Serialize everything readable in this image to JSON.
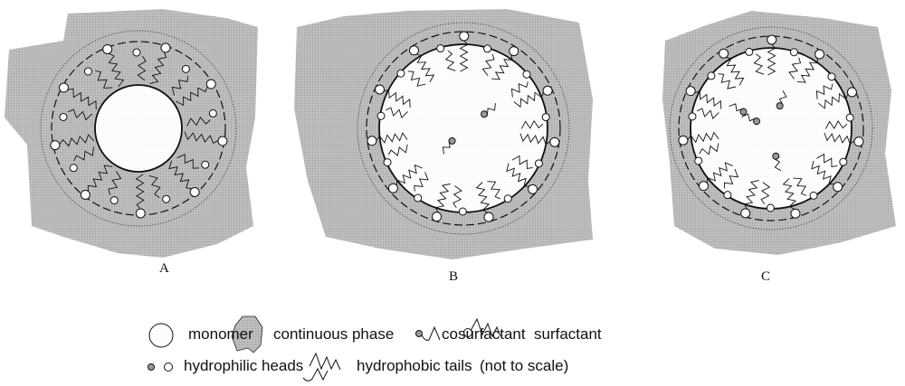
{
  "panels": [
    {
      "label": "A"
    },
    {
      "label": "B"
    },
    {
      "label": "C"
    }
  ],
  "legend": {
    "monomer": "monomer",
    "continuous_phase": "continuous phase",
    "cosurfactant": "cosurfactant",
    "surfactant": "surfactant",
    "hydrophilic_heads": "hydrophilic heads",
    "hydrophobic_tails": "hydrophobic tails",
    "note": "(not to scale)"
  },
  "colors": {
    "continuous_phase": "#b4b4b4",
    "monomer": "#ffffff",
    "cosurfactant_head": "#9a9a9a",
    "line": "#111111"
  }
}
